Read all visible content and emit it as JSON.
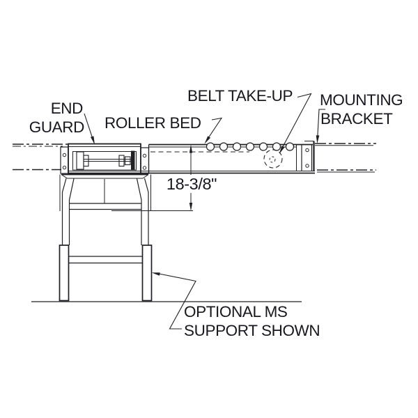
{
  "labels": {
    "end_guard": {
      "line1": "END",
      "line2": "GUARD"
    },
    "roller_bed": "ROLLER BED",
    "belt_take_up": "BELT TAKE-UP",
    "mounting_bracket": {
      "line1": "MOUNTING",
      "line2": "BRACKET"
    },
    "support_note": {
      "line1": "OPTIONAL MS",
      "line2": "SUPPORT SHOWN"
    }
  },
  "dimensions": {
    "bed_height": "18-3/8\""
  },
  "colors": {
    "line": "#202024",
    "text": "#17171e",
    "background": "#ffffff"
  }
}
